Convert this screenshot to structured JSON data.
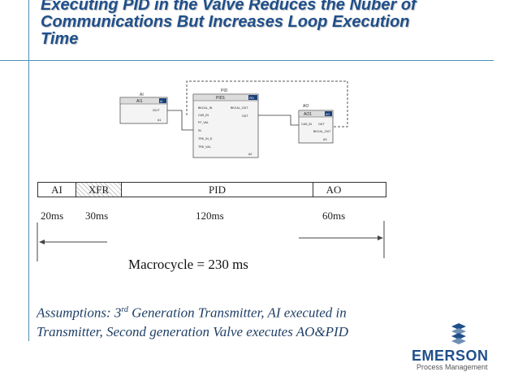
{
  "title": {
    "line1": "Executing PID in the Valve Reduces the Nuber of",
    "line2": "Communications But Increases Loop Execution",
    "line3": "Time"
  },
  "blocks": {
    "ai": {
      "tag": "AI",
      "name": "AI1",
      "out": "OUT",
      "num": "#1",
      "mode": "AI"
    },
    "pid": {
      "tag": "PID",
      "name": "PID1",
      "mode": "PID",
      "inputs": [
        "BKCAL_IN",
        "CAS_IN",
        "FF_VAL",
        "IN",
        "TRK_IN_D",
        "TRK_VAL"
      ],
      "outputs": [
        "BKCAL_OUT",
        "OUT"
      ],
      "num": "#2"
    },
    "ao": {
      "tag": "AO",
      "name": "AO1",
      "mode": "AO",
      "inputs": [
        "CAS_IN"
      ],
      "outputs": [
        "OUT",
        "BKCAL_OUT"
      ],
      "num": "#3"
    }
  },
  "timeline": {
    "segments": [
      "AI",
      "XFR",
      "PID",
      "AO"
    ],
    "times": [
      "20ms",
      "30ms",
      "120ms",
      "60ms"
    ]
  },
  "macrocycle": "Macrocycle = 230 ms",
  "assumptions": {
    "prefix": "Assumptions: 3",
    "sup": "rd",
    "rest1": " Generation Transmitter, AI executed in",
    "line2": "Transmitter, Second generation Valve executes AO&PID"
  },
  "logo": {
    "word": "EMERSON",
    "sub": "Process Management"
  },
  "colors": {
    "title": "#1f4f8b",
    "rule": "#4a8fb5",
    "assumptions": "#1f3f66"
  }
}
